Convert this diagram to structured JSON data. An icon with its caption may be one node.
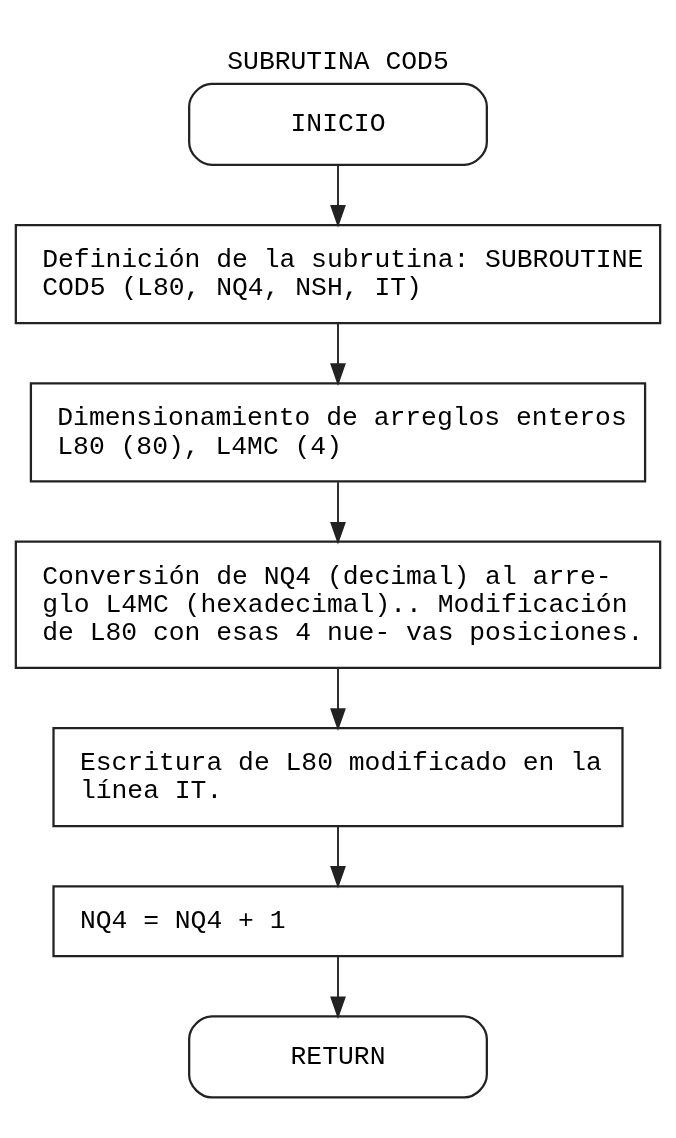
{
  "diagram": {
    "title": "SUBRUTINA COD5",
    "nodes": [
      {
        "text": [
          "INICIO"
        ]
      },
      {
        "text": [
          "Definición de la subrutina: SUBROUTINE COD5 (L80, NQ4, NSH, IT)"
        ]
      },
      {
        "text": [
          "Dimensionamiento de arreglos enteros L80 (80), L4MC (4)"
        ]
      },
      {
        "text": [
          "Conversión de NQ4 (decimal) al arre- glo L4MC (hexadecimal).. Modificación de L80 con esas 4 nue- vas posiciones."
        ]
      },
      {
        "text": [
          "Escritura de L80 modificado en la línea IT."
        ]
      },
      {
        "text": [
          "NQ4 = NQ4 + 1"
        ]
      },
      {
        "text": [
          "RETURN"
        ]
      }
    ],
    "edges": [
      {
        "from": 0,
        "to": 1,
        "arrow": "to"
      },
      {
        "from": 1,
        "to": 2,
        "arrow": "to"
      },
      {
        "from": 2,
        "to": 3,
        "arrow": "to"
      },
      {
        "from": 3,
        "to": 4,
        "arrow": "to"
      },
      {
        "from": 4,
        "to": 5,
        "arrow": "to"
      },
      {
        "from": 5,
        "to": 6,
        "arrow": "to"
      }
    ]
  }
}
